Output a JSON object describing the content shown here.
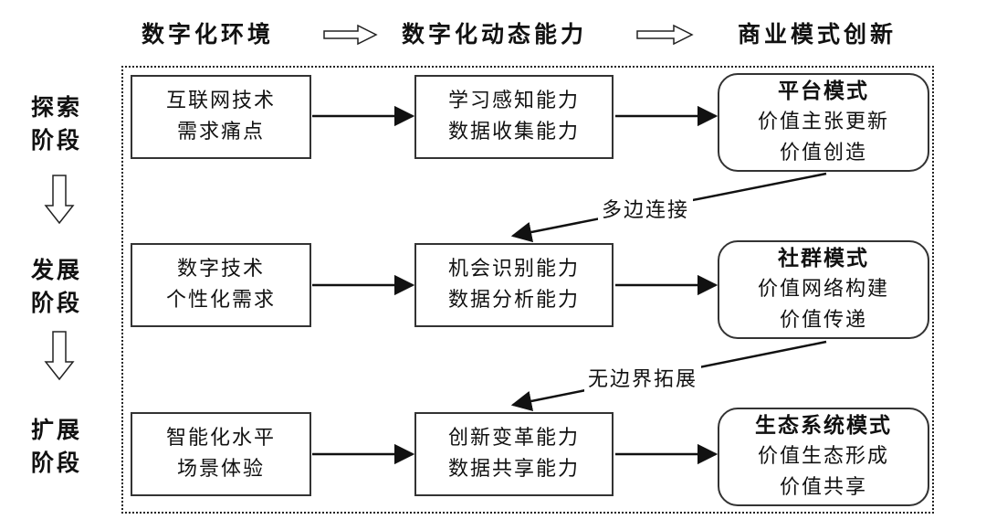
{
  "headers": {
    "env": "数字化环境",
    "cap": "数字化动态能力",
    "model": "商业模式创新"
  },
  "stages": [
    {
      "line1": "探索",
      "line2": "阶段"
    },
    {
      "line1": "发展",
      "line2": "阶段"
    },
    {
      "line1": "扩展",
      "line2": "阶段"
    }
  ],
  "rows": [
    {
      "env": [
        "互联网技术",
        "需求痛点"
      ],
      "cap": [
        "学习感知能力",
        "数据收集能力"
      ],
      "model": {
        "title": "平台模式",
        "lines": [
          "价值主张更新",
          "价值创造"
        ]
      }
    },
    {
      "env": [
        "数字技术",
        "个性化需求"
      ],
      "cap": [
        "机会识别能力",
        "数据分析能力"
      ],
      "model": {
        "title": "社群模式",
        "lines": [
          "价值网络构建",
          "价值传递"
        ]
      }
    },
    {
      "env": [
        "智能化水平",
        "场景体验"
      ],
      "cap": [
        "创新变革能力",
        "数据共享能力"
      ],
      "model": {
        "title": "生态系统模式",
        "lines": [
          "价值生态形成",
          "价值共享"
        ]
      }
    }
  ],
  "transitions": [
    "多边连接",
    "无边界拓展"
  ]
}
